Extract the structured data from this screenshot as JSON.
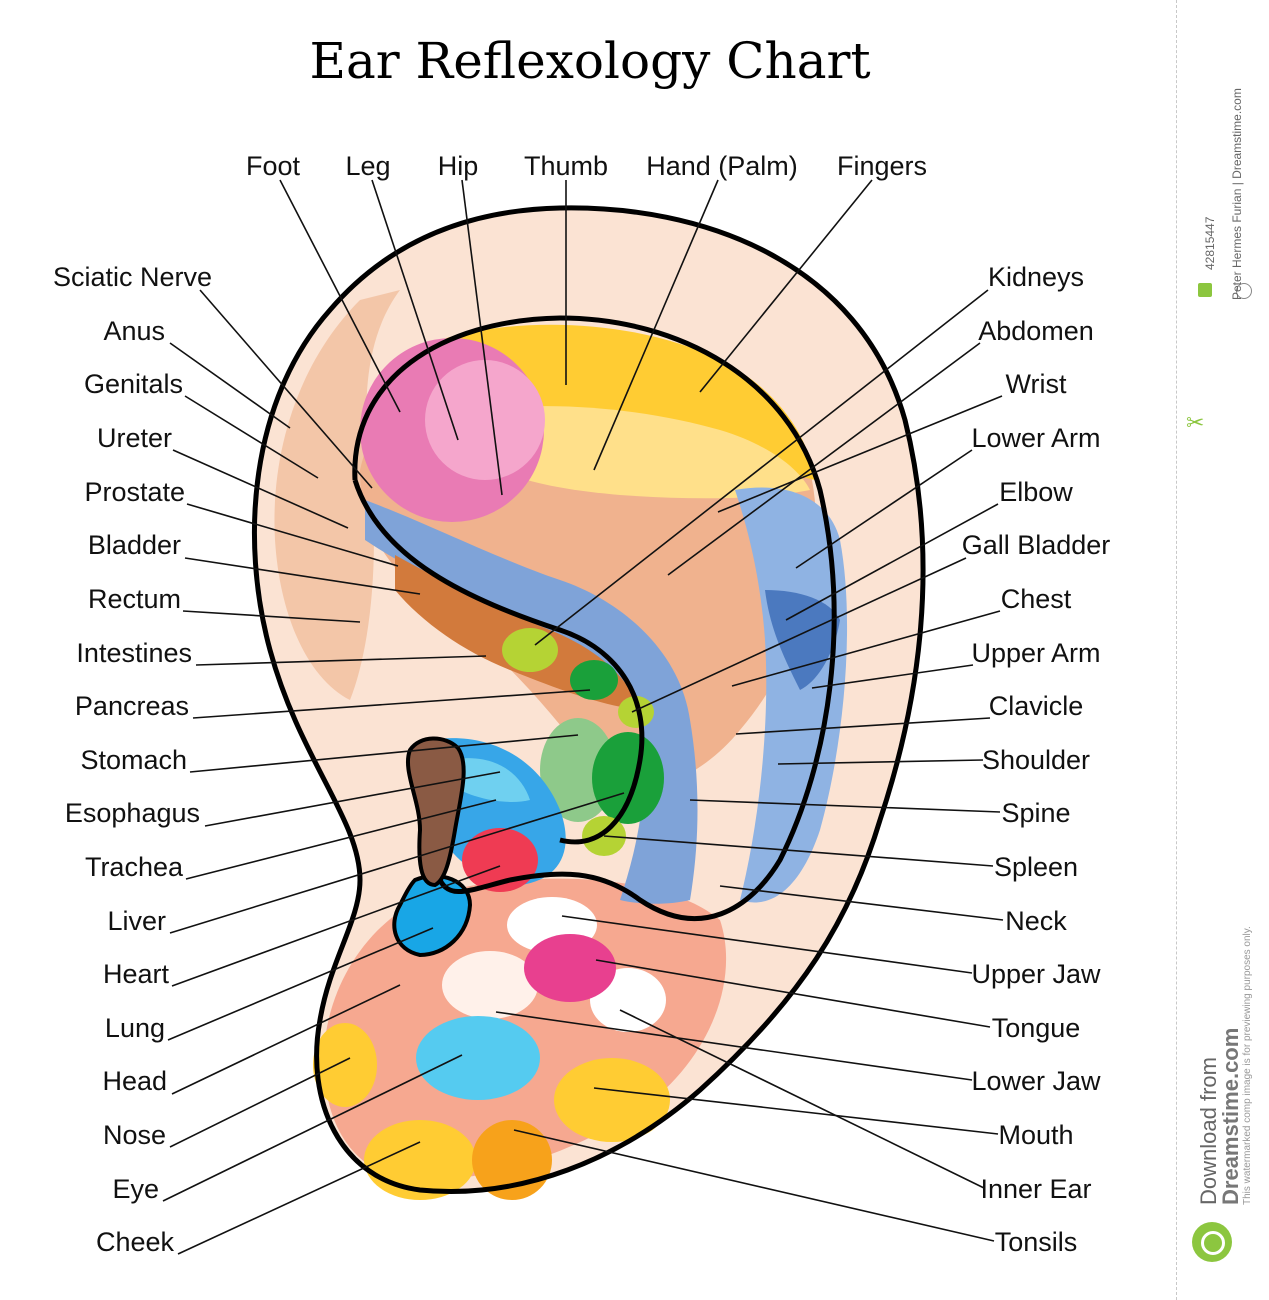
{
  "title": "Ear Reflexology Chart",
  "top_labels": [
    "Foot",
    "Leg",
    "Hip",
    "Thumb",
    "Hand (Palm)",
    "Fingers"
  ],
  "left_labels": [
    "Sciatic Nerve",
    "Anus",
    "Genitals",
    "Ureter",
    "Prostate",
    "Bladder",
    "Rectum",
    "Intestines",
    "Pancreas",
    "Stomach",
    "Esophagus",
    "Trachea",
    "Liver",
    "Heart",
    "Lung",
    "Head",
    "Nose",
    "Eye",
    "Cheek"
  ],
  "right_labels": [
    "Kidneys",
    "Abdomen",
    "Wrist",
    "Lower Arm",
    "Elbow",
    "Gall Bladder",
    "Chest",
    "Upper Arm",
    "Clavicle",
    "Shoulder",
    "Spine",
    "Spleen",
    "Neck",
    "Upper Jaw",
    "Tongue",
    "Lower Jaw",
    "Mouth",
    "Inner Ear",
    "Tonsils"
  ],
  "sidebar": {
    "image_id": "42815447",
    "credit": "Peter Hermes Furian | Dreamstime.com",
    "download_line1": "Download from",
    "download_line2": "Dreamstime.com",
    "note": "This watermarked comp image is for previewing purposes only.",
    "id_badge": "ID",
    "copyright_badge": "©"
  },
  "colors": {
    "skin_light": "#fbe3d3",
    "skin_mid": "#f3b896",
    "skin_salmon": "#f6a890",
    "yellow": "#ffcc33",
    "pink": "#e97bb4",
    "blue": "#7fa3d8",
    "blue_dark": "#4b79bf",
    "brown": "#d27a3c",
    "green_light": "#b5d334",
    "green": "#1aa03a",
    "green_pale": "#8ec98a",
    "red": "#ef3b53",
    "cyan": "#37c3ee",
    "orange": "#f7a21b",
    "magenta": "#e8408f",
    "earwax": "#8a5a44"
  }
}
